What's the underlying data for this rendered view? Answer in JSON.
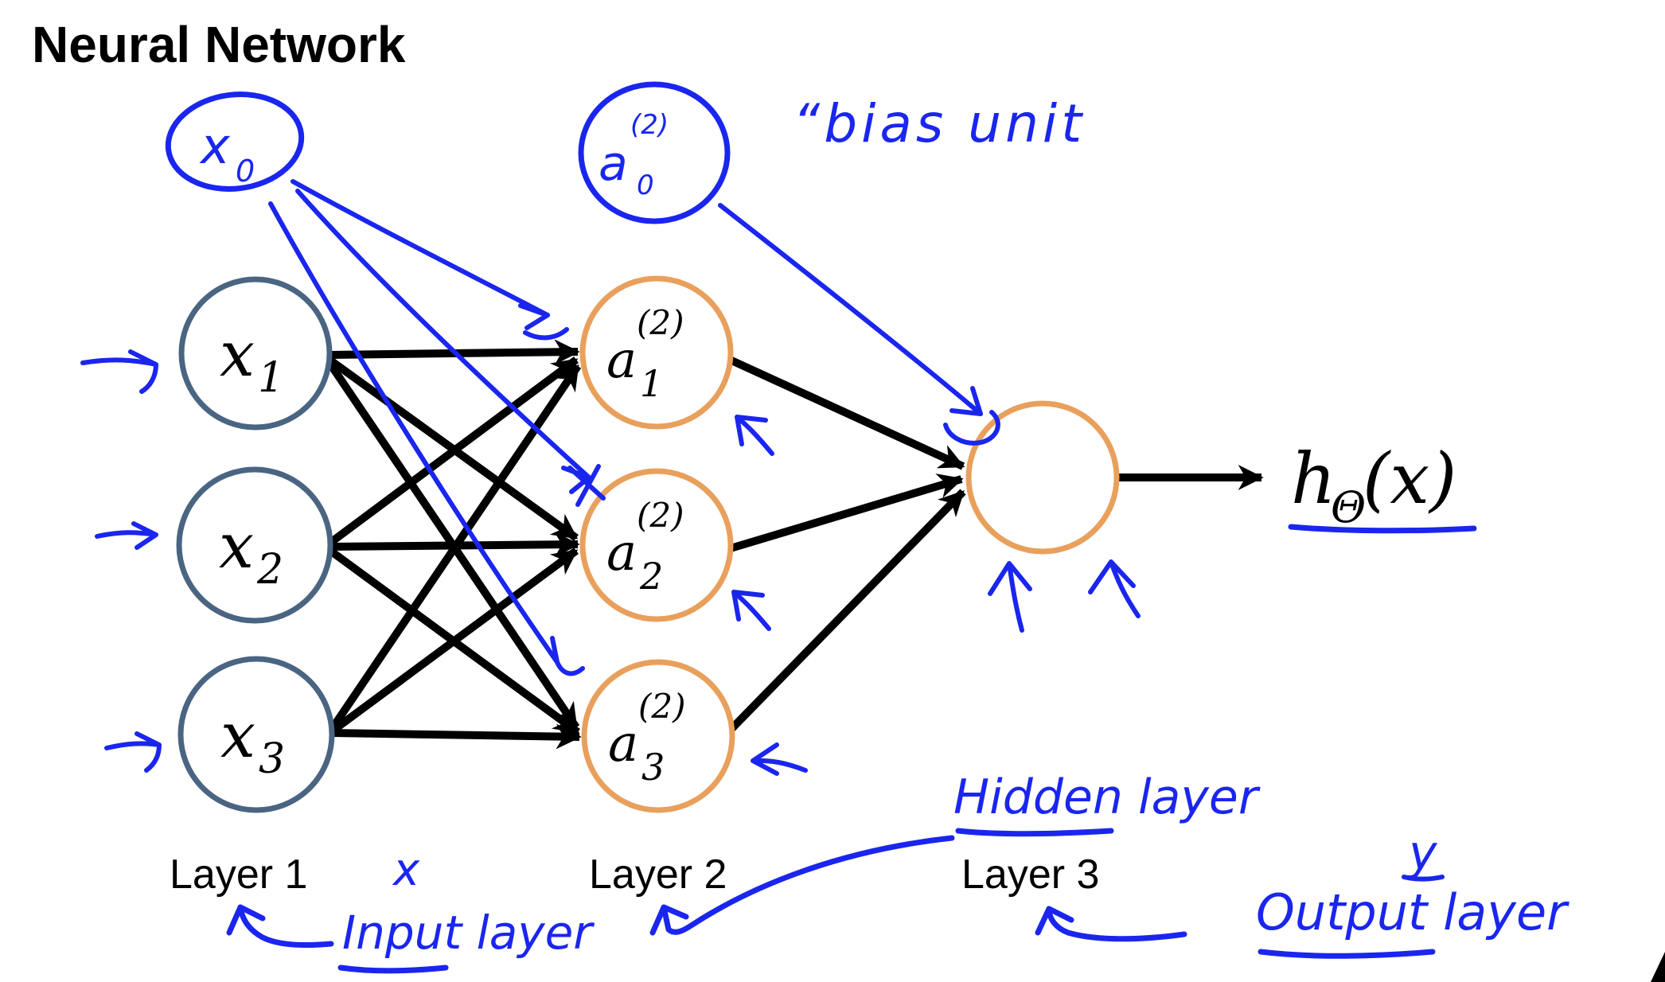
{
  "colors": {
    "ink_blue": "#1a26ee",
    "node_input_stroke": "#4a6582",
    "node_hidden_stroke": "#e8a05c",
    "edge_black": "#000000",
    "text_black": "#000000",
    "background": "#ffffff"
  },
  "title": "Neural Network",
  "network": {
    "input_nodes": [
      {
        "id": "x1",
        "base": "x",
        "sub": "1"
      },
      {
        "id": "x2",
        "base": "x",
        "sub": "2"
      },
      {
        "id": "x3",
        "base": "x",
        "sub": "3"
      }
    ],
    "hidden_nodes": [
      {
        "id": "a1",
        "base": "a",
        "sup": "(2)",
        "sub": "1"
      },
      {
        "id": "a2",
        "base": "a",
        "sup": "(2)",
        "sub": "2"
      },
      {
        "id": "a3",
        "base": "a",
        "sup": "(2)",
        "sub": "3"
      }
    ],
    "output_expression": {
      "base": "h",
      "sub": "Θ",
      "rest": "(x)"
    }
  },
  "layer_labels": [
    "Layer 1",
    "Layer 2",
    "Layer 3"
  ],
  "annotations": {
    "bias_input": {
      "base": "x",
      "sub": "0"
    },
    "bias_hidden": {
      "base": "a",
      "sup": "(2)",
      "sub": "0"
    },
    "bias_unit_note": "“bias unit",
    "x_mark": "x",
    "y_mark": "y",
    "input_layer_note": "Input layer",
    "hidden_layer_note": "Hidden layer",
    "output_layer_note": "Output layer"
  }
}
